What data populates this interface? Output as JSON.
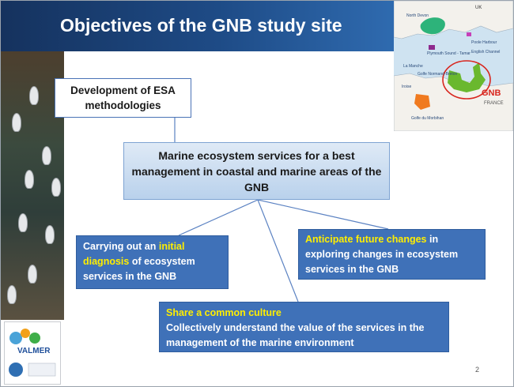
{
  "slide": {
    "title": "Objectives of the GNB study site",
    "page_number": "2"
  },
  "boxes": {
    "development": "Development of ESA methodologies",
    "main": "Marine ecosystem services for a best management in coastal and marine areas of the GNB",
    "diagnosis": {
      "before": "Carrying out an ",
      "highlight": "initial diagnosis",
      "after": " of ecosystem services in the GNB"
    },
    "anticipate": {
      "highlight": "Anticipate future changes",
      "after": " in exploring changes in ecosystem services in the GNB"
    },
    "share": {
      "highlight": "Share a common culture",
      "after": "Collectively understand the value of the services in the management of the marine environment"
    }
  },
  "map": {
    "uk_label": "UK",
    "gnb_label": "GNB",
    "france_label": "FRANCE",
    "place_labels": [
      "North Devon",
      "Poole Harbour",
      "Plymouth Sound - Tamar",
      "English Channel",
      "La Manche",
      "Golfe Normand-Breton",
      "Iroise",
      "Golfe du Morbihan"
    ]
  },
  "logo": {
    "text": "VALMER"
  },
  "colors": {
    "title_bar": "#1e4b86",
    "box_blue": "#3f71b8",
    "highlight": "#ffee00",
    "gnb_outline": "#d8261e"
  }
}
